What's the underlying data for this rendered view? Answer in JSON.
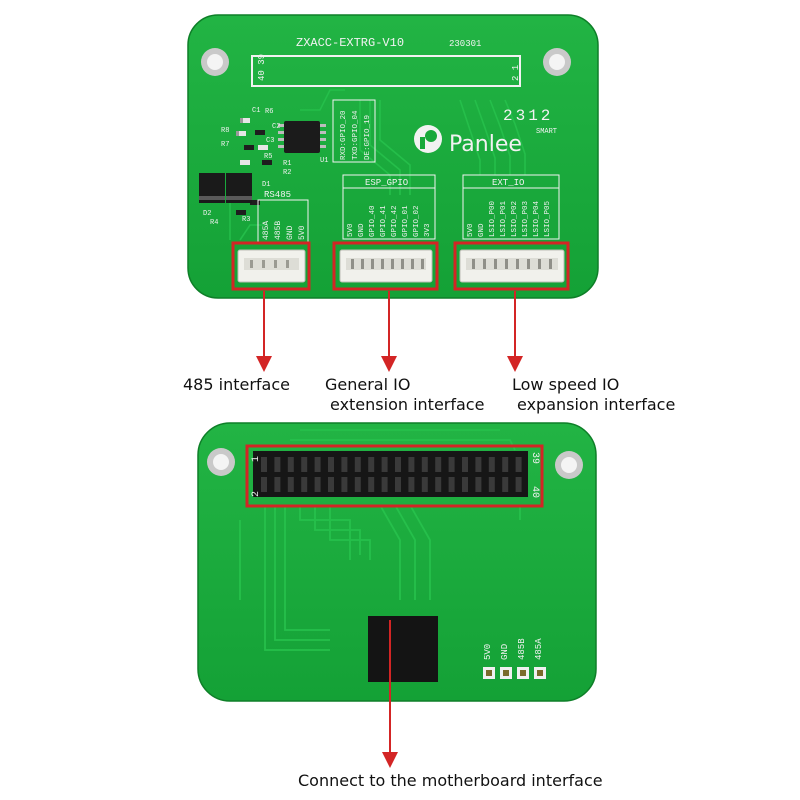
{
  "colors": {
    "pcb": "#18a83a",
    "pcb_dark": "#0f8a2c",
    "trace": "#1dbd45",
    "highlight": "#d32525",
    "silk": "#f2f2f2"
  },
  "top_board": {
    "model": "ZXACC-EXTRG-V10",
    "date_code": "230301",
    "batch": "2312",
    "brand_small": "SMART",
    "brand": "Panlee",
    "header_pins": [
      "40 39",
      "2 1"
    ],
    "gpio_notes": [
      "RXD:GPIO_20",
      "TXD:GPIO_04",
      "DE:GPIO_19"
    ],
    "rs485": {
      "title": "RS485",
      "pins": [
        "485A",
        "485B",
        "GND",
        "5V0"
      ]
    },
    "esp_gpio": {
      "title": "ESP_GPIO",
      "pins": [
        "5V0",
        "GND",
        "GPIO_40",
        "GPIO_41",
        "GPIO_42",
        "GPIO_01",
        "GPIO_02",
        "3V3"
      ]
    },
    "ext_io": {
      "title": "EXT_IO",
      "pins": [
        "5V0",
        "GND",
        "LSIO_P00",
        "LSIO_P01",
        "LSIO_P02",
        "LSIO_P03",
        "LSIO_P04",
        "LSIO_P05"
      ]
    },
    "refs": [
      "C1",
      "R6",
      "R8",
      "R7",
      "C2",
      "C3",
      "U1",
      "R5",
      "R1",
      "R2",
      "R3",
      "D2",
      "R4",
      "D1"
    ]
  },
  "bottom_board": {
    "pin_labels": [
      "1",
      "2",
      "39",
      "40"
    ],
    "pad_labels": [
      "5V0",
      "GND",
      "485B",
      "485A"
    ]
  },
  "callouts": {
    "rs485": "485 interface",
    "general_io": [
      "General IO",
      "extension interface"
    ],
    "low_speed_io": [
      "Low speed IO",
      "expansion interface"
    ],
    "motherboard": "Connect to the motherboard interface"
  }
}
